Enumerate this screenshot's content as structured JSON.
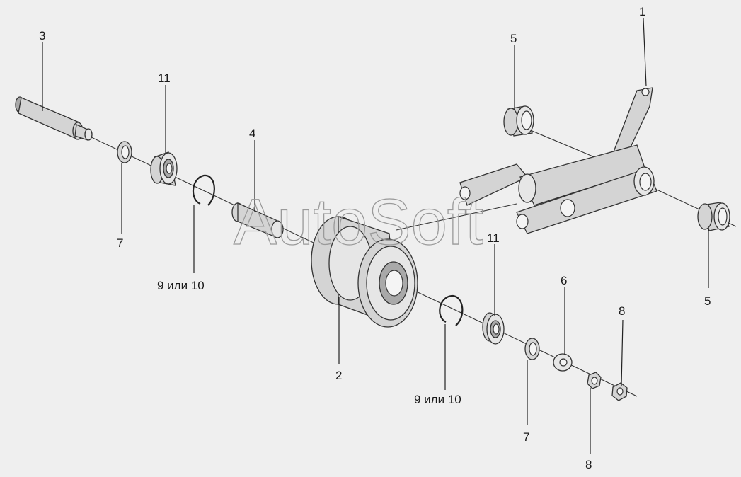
{
  "labels": {
    "l1": "1",
    "l2": "2",
    "l3": "3",
    "l4": "4",
    "l5a": "5",
    "l5b": "5",
    "l6": "6",
    "l7a": "7",
    "l7b": "7",
    "l8a": "8",
    "l8b": "8",
    "l9a": "9 или 10",
    "l9b": "9 или 10",
    "l11a": "11",
    "l11b": "11"
  },
  "watermark": "AutoSoft"
}
